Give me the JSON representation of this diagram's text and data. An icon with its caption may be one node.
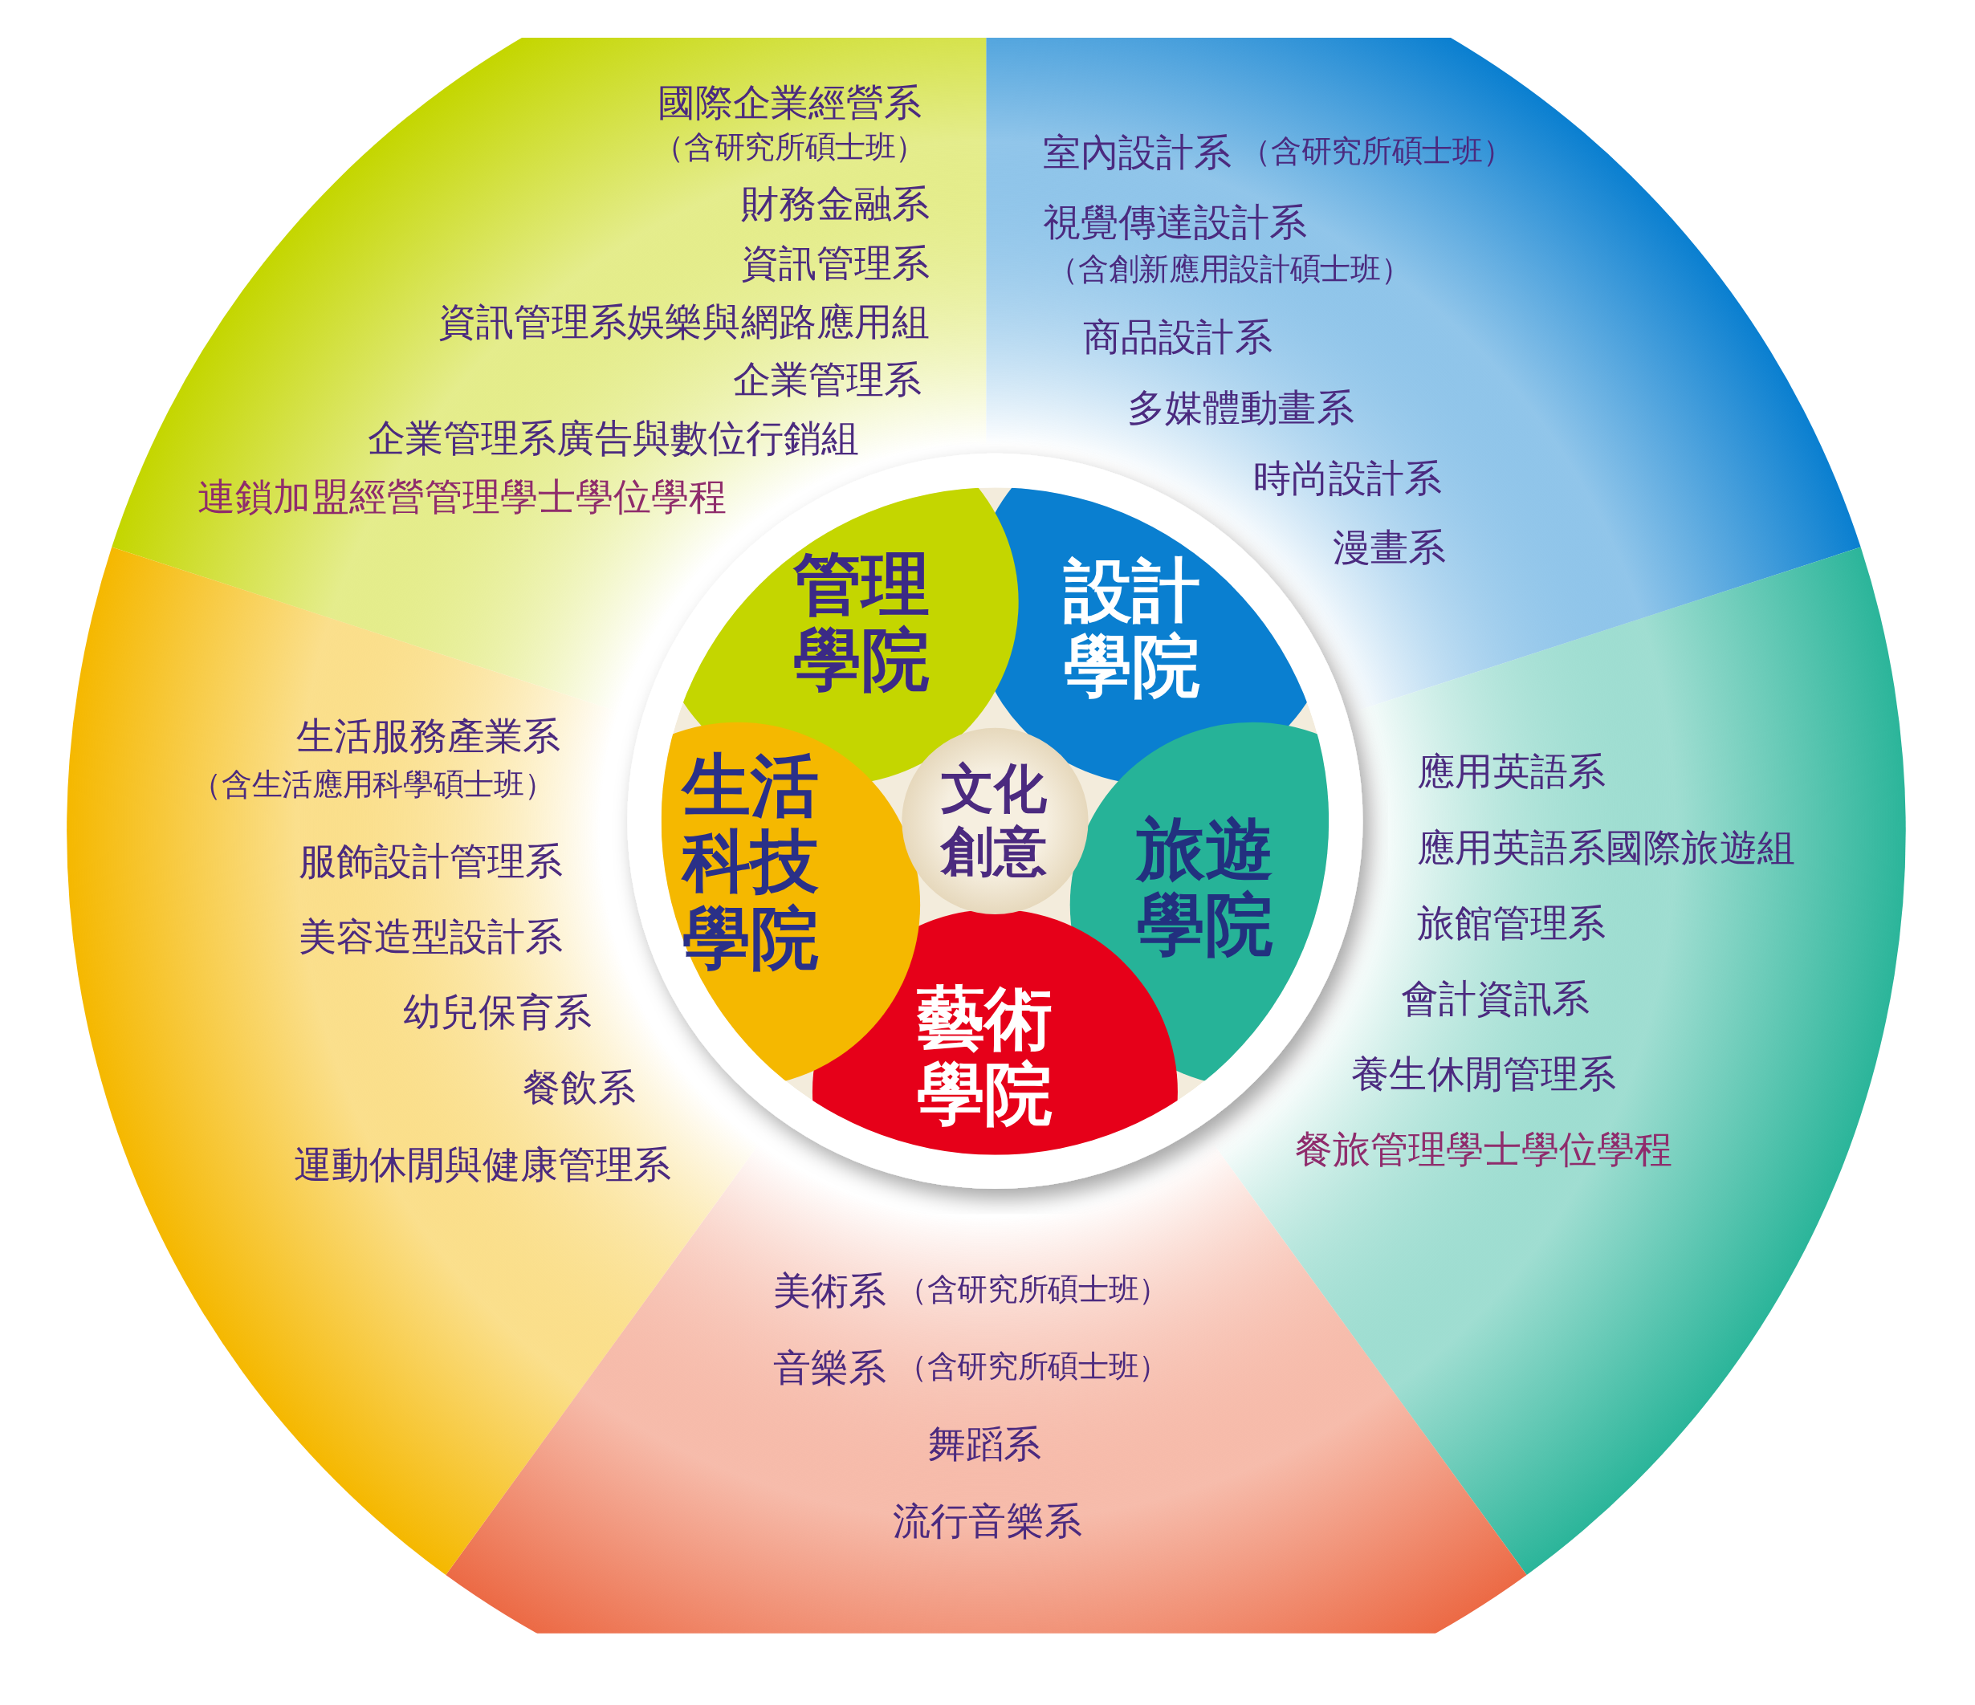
{
  "diagram": {
    "nodes": [
      {
        "text": [
          "國際企業經營系",
          "（含研究所碩士班）",
          "財務金融系",
          "資訊管理系",
          "資訊管理系娛樂與網路應用組",
          "企業管理系",
          "企業管理系廣告與數位行銷組",
          "連鎖加盟經營管理學士學位學程"
        ]
      },
      {
        "text": [
          "室內設計系",
          "（含研究所碩士班）",
          "視覺傳達設計系",
          "（含創新應用設計碩士班）",
          "商品設計系",
          "多媒體動畫系",
          "時尚設計系",
          "漫畫系"
        ]
      },
      {
        "text": [
          "應用英語系",
          "應用英語系國際旅遊組",
          "旅館管理系",
          "會計資訊系",
          "養生休閒管理系",
          "餐旅管理學士學位學程"
        ]
      },
      {
        "text": [
          "美術系",
          "（含研究所碩士班）",
          "音樂系",
          "（含研究所碩士班）",
          "舞蹈系",
          "流行音樂系"
        ]
      },
      {
        "text": [
          "生活服務產業系",
          "（含生活應用科學碩士班）",
          "服飾設計管理系",
          "美容造型設計系",
          "幼兒保育系",
          "餐飲系",
          "運動休閒與健康管理系"
        ]
      },
      {
        "text": [
          "管理學院"
        ]
      },
      {
        "text": [
          "設計學院"
        ]
      },
      {
        "text": [
          "旅遊學院"
        ]
      },
      {
        "text": [
          "藝術學院"
        ]
      },
      {
        "text": [
          "生活科技學院"
        ]
      },
      {
        "text": [
          "文化創意"
        ]
      }
    ]
  }
}
